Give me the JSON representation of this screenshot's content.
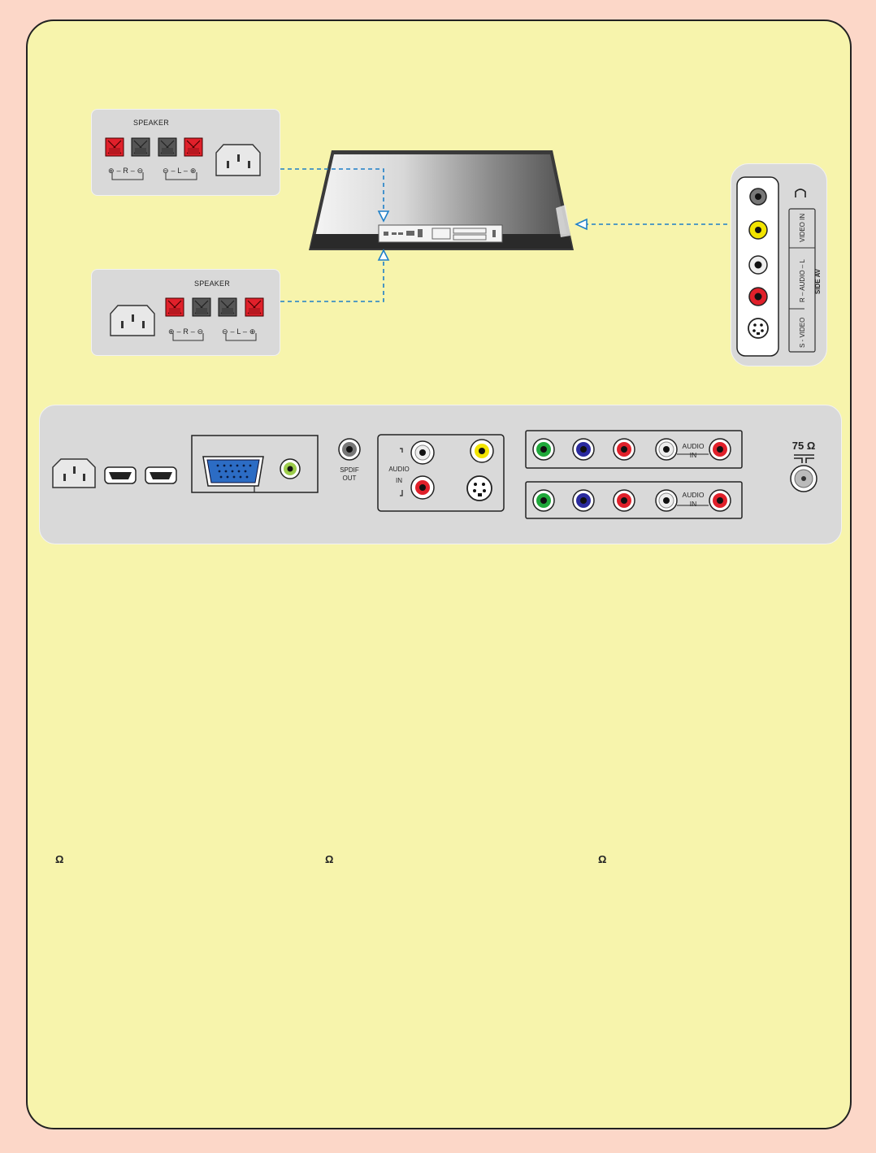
{
  "speaker_panel_top": {
    "title": "SPEAKER",
    "right_channel": "⊕ – R – ⊖",
    "left_channel": "⊖ – L – ⊕"
  },
  "speaker_panel_bottom": {
    "title": "SPEAKER",
    "right_channel": "⊕ – R – ⊖",
    "left_channel": "⊖ – L – ⊕"
  },
  "side_av": {
    "title": "SIDE AV",
    "video_in": "VIDEO IN",
    "audio": "R – AUDIO – L",
    "svideo": "S - VIDEO"
  },
  "rear_panel": {
    "spdif_line1": "SPDIF",
    "spdif_line2": "OUT",
    "audio_in_label": "AUDIO",
    "audio_in_label2": "IN",
    "component1_audio1": "AUDIO",
    "component1_audio2": "IN",
    "component2_audio1": "AUDIO",
    "component2_audio2": "IN",
    "antenna": "75 Ω"
  },
  "footer_symbols": [
    "Ω",
    "Ω",
    "Ω"
  ],
  "colors": {
    "background_outer": "#fcd7c8",
    "background_inner": "#f7f4ac",
    "panel_gray": "#d9d9d9",
    "connection_line": "#1e7fc8",
    "rca_red": "#e0202a",
    "rca_yellow": "#f2e400",
    "rca_green": "#1fa83a",
    "rca_blue": "#2a2a9e",
    "vga_blue": "#2c6cc4"
  }
}
